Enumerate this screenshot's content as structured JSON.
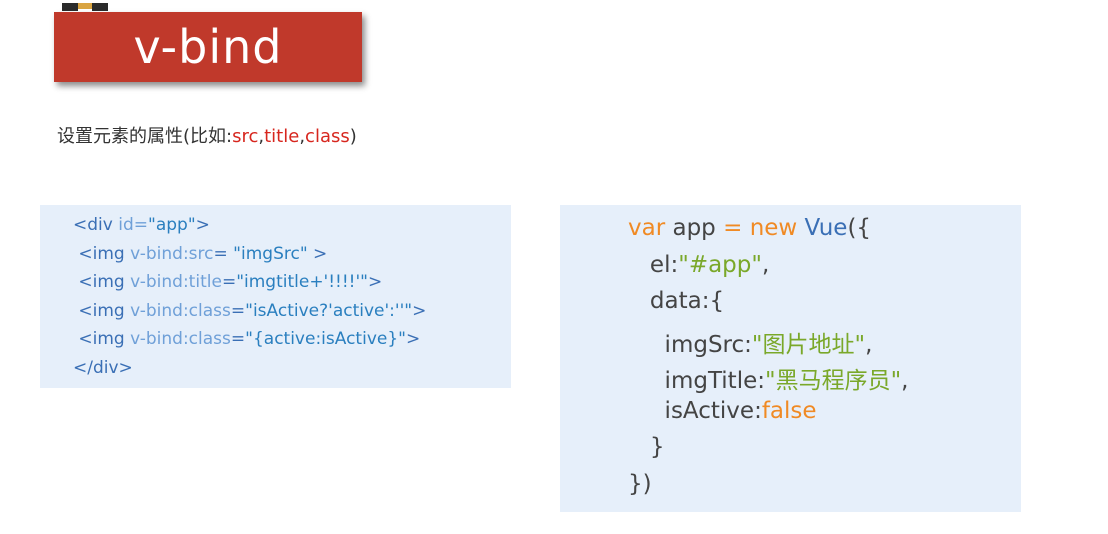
{
  "header": {
    "title": "v-bind"
  },
  "subtitle": {
    "prefix": "设置元素的属性(比如:",
    "items": [
      "src",
      "title",
      "class"
    ],
    "sep": ",",
    "suffix": ")"
  },
  "html_code": [
    [
      [
        "c-tag",
        "<div "
      ],
      [
        "c-attr",
        "id="
      ],
      [
        "c-val",
        "\"app\""
      ],
      [
        "c-tag",
        ">"
      ]
    ],
    [
      [
        "c-tag",
        " <img "
      ],
      [
        "c-attr",
        "v-bind:src"
      ],
      [
        "c-tag",
        "= "
      ],
      [
        "c-val",
        "\"imgSrc\""
      ],
      [
        "c-tag",
        " >"
      ]
    ],
    [
      [
        "c-tag",
        " <img "
      ],
      [
        "c-attr",
        "v-bind:title"
      ],
      [
        "c-tag",
        "="
      ],
      [
        "c-val",
        "\"imgtitle+'!!!!'\""
      ],
      [
        "c-tag",
        ">"
      ]
    ],
    [
      [
        "c-tag",
        " <img "
      ],
      [
        "c-attr",
        "v-bind:class"
      ],
      [
        "c-tag",
        "="
      ],
      [
        "c-val",
        "\"isActive?'active':''\""
      ],
      [
        "c-tag",
        ">"
      ]
    ],
    [
      [
        "c-tag",
        " <img "
      ],
      [
        "c-attr",
        "v-bind:class"
      ],
      [
        "c-tag",
        "="
      ],
      [
        "c-val",
        "\"{active:isActive}\""
      ],
      [
        "c-tag",
        ">"
      ]
    ],
    [
      [
        "c-tag",
        "</div>"
      ]
    ]
  ],
  "js_code": [
    [
      [
        "c-kw",
        "var"
      ],
      [
        "c-plain",
        " app "
      ],
      [
        "c-kw",
        "="
      ],
      [
        "c-plain",
        " "
      ],
      [
        "c-kw",
        "new"
      ],
      [
        "c-plain",
        " "
      ],
      [
        "c-tag",
        "Vue"
      ],
      [
        "c-plain",
        "({"
      ]
    ],
    [
      [
        "c-plain",
        "   el:"
      ],
      [
        "c-str",
        "\"#app\""
      ],
      [
        "c-plain",
        ","
      ]
    ],
    [
      [
        "c-plain",
        "   data:{"
      ]
    ],
    [
      [
        "c-plain",
        "     imgSrc:"
      ],
      [
        "c-str",
        "\"图片地址\""
      ],
      [
        "c-plain",
        ","
      ]
    ],
    [
      [
        "c-plain",
        "     imgTitle:"
      ],
      [
        "c-str",
        "\"黑马程序员\""
      ],
      [
        "c-plain",
        ","
      ]
    ],
    [
      [
        "c-plain",
        "     isActive:"
      ],
      [
        "c-kw",
        "false"
      ]
    ],
    [
      [
        "c-plain",
        "   }"
      ]
    ],
    [
      [
        "c-plain",
        "})"
      ]
    ]
  ]
}
